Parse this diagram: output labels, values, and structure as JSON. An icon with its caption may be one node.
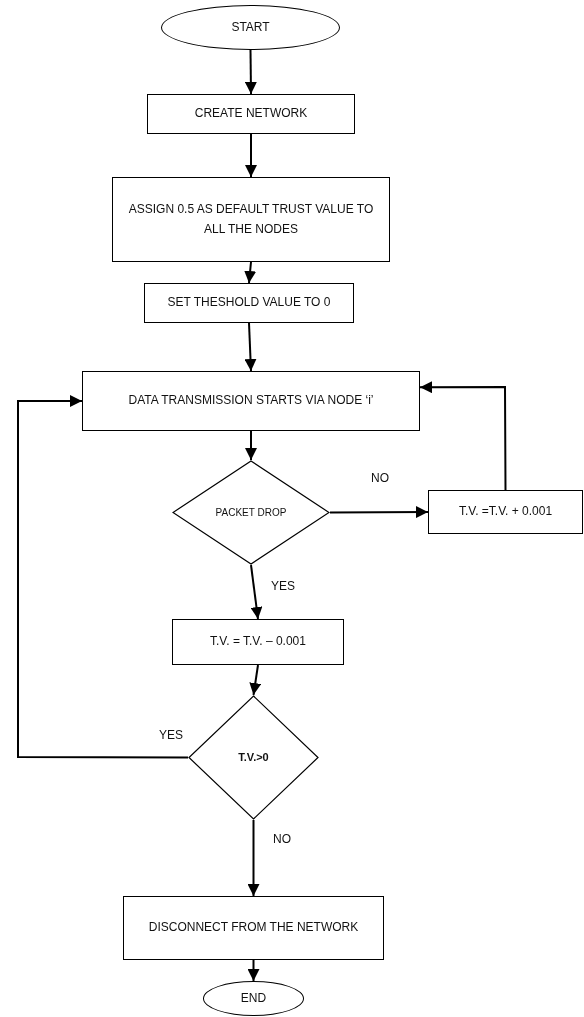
{
  "diagram": {
    "nodes": [
      {
        "text": [
          "START"
        ]
      },
      {
        "text": [
          "CREATE NETWORK"
        ]
      },
      {
        "text": [
          "ASSIGN 0.5 AS DEFAULT TRUST VALUE TO ALL THE NODES"
        ]
      },
      {
        "text": [
          "SET THESHOLD VALUE TO 0"
        ]
      },
      {
        "text": [
          "DATA TRANSMISSION STARTS VIA NODE ‘i’"
        ]
      },
      {
        "text": [
          "PACKET DROP"
        ]
      },
      {
        "text": [
          "T.V. =T.V. + 0.001"
        ]
      },
      {
        "text": [
          "T.V. = T.V. – 0.001"
        ]
      },
      {
        "text": [
          "T.V.>0"
        ]
      },
      {
        "text": [
          "DISCONNECT FROM THE NETWORK"
        ]
      },
      {
        "text": [
          "END"
        ]
      }
    ],
    "edges": [
      {
        "from": 0,
        "to": 1,
        "arrow": "to"
      },
      {
        "from": 1,
        "to": 2,
        "arrow": "to"
      },
      {
        "from": 2,
        "to": 3,
        "arrow": "to"
      },
      {
        "from": 3,
        "to": 4,
        "arrow": "to"
      },
      {
        "from": 4,
        "to": 5,
        "arrow": "to"
      },
      {
        "from": 5,
        "to": 6,
        "arrow": "to",
        "label": "NO"
      },
      {
        "from": 6,
        "to": 4,
        "arrow": "to"
      },
      {
        "from": 5,
        "to": 7,
        "arrow": "to",
        "label": "YES"
      },
      {
        "from": 7,
        "to": 8,
        "arrow": "to"
      },
      {
        "from": 8,
        "to": 4,
        "arrow": "to",
        "label": "YES"
      },
      {
        "from": 8,
        "to": 9,
        "arrow": "to",
        "label": "NO"
      },
      {
        "from": 9,
        "to": 10,
        "arrow": "to"
      }
    ]
  }
}
